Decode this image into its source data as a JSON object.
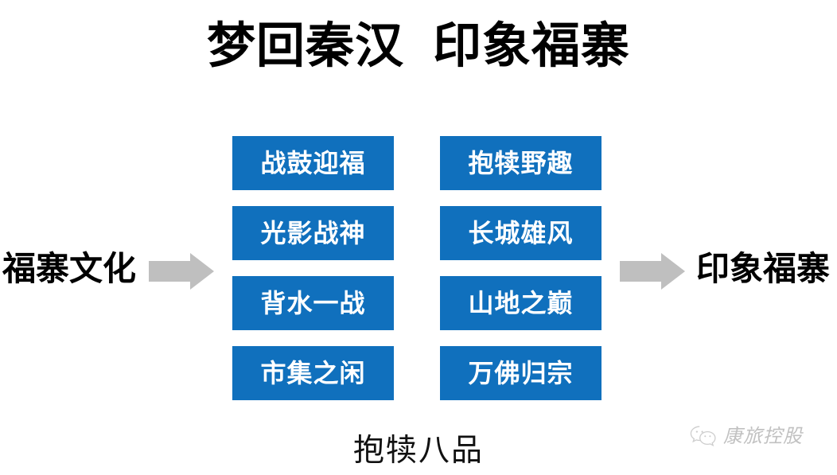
{
  "slide": {
    "title": "梦回秦汉  印象福寨",
    "background_color": "#FFFFFF",
    "accent_color": "#1070BD",
    "arrow_color": "#BFBFBF"
  },
  "flow": {
    "source_label": "福寨文化",
    "target_label": "印象福寨",
    "left_arrow_icon": "right-arrow-icon",
    "right_arrow_icon": "right-arrow-icon"
  },
  "columns": [
    {
      "name": "left-column",
      "items": [
        {
          "label": "战鼓迎福"
        },
        {
          "label": "光影战神"
        },
        {
          "label": "背水一战"
        },
        {
          "label": "市集之闲"
        }
      ]
    },
    {
      "name": "right-column",
      "items": [
        {
          "label": "抱犊野趣"
        },
        {
          "label": "长城雄风"
        },
        {
          "label": "山地之巅"
        },
        {
          "label": "万佛归宗"
        }
      ]
    }
  ],
  "caption": "抱犊八品",
  "watermark": {
    "icon": "wechat-icon",
    "text": "康旅控股"
  }
}
